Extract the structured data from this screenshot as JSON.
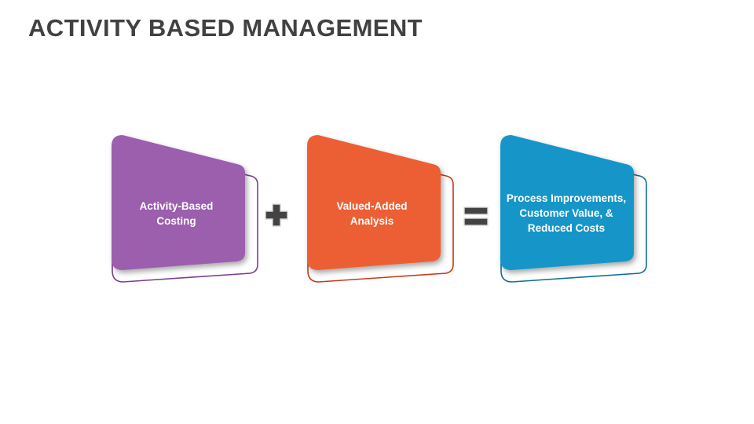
{
  "slide": {
    "background_color": "#ffffff",
    "title": "ACTIVITY BASED MANAGEMENT",
    "title_color": "#414141"
  },
  "diagram": {
    "type": "equation-flow",
    "nodes": [
      {
        "id": "activity-based-costing",
        "label_lines": [
          "Activity-Based",
          "Costing"
        ],
        "fill_color": "#9B5FAE",
        "outline_color": "#7B3F8E",
        "text_color": "#ffffff"
      },
      {
        "id": "valued-added-analysis",
        "label_lines": [
          "Valued-Added",
          "Analysis"
        ],
        "fill_color": "#EC5F36",
        "outline_color": "#C43A18",
        "text_color": "#ffffff"
      },
      {
        "id": "process-improvements",
        "label_lines": [
          "Process Improvements,",
          "Customer Value, &",
          "Reduced Costs"
        ],
        "fill_color": "#1496C8",
        "outline_color": "#0F6F96",
        "text_color": "#ffffff"
      }
    ],
    "operators": [
      {
        "id": "plus",
        "symbol": "+",
        "color": "#434343"
      },
      {
        "id": "equals",
        "symbol": "=",
        "color": "#434343"
      }
    ]
  }
}
